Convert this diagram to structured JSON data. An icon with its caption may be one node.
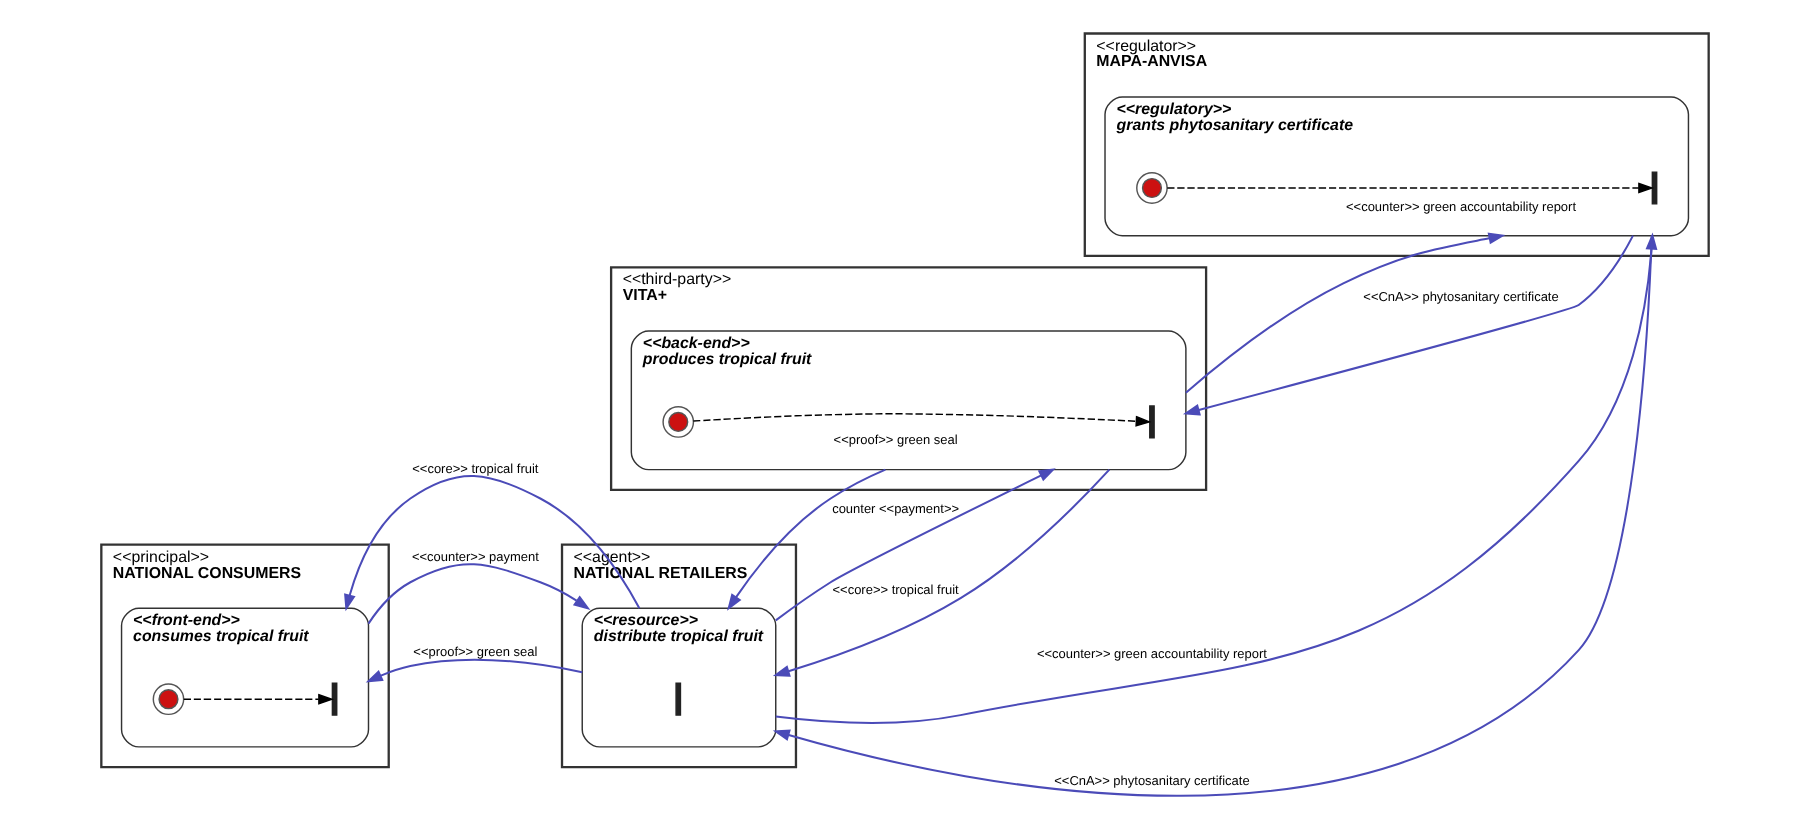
{
  "diagram": {
    "nodes": [
      {
        "text": [
          "<<principal>>",
          "NATIONAL CONSUMERS"
        ]
      },
      {
        "text": [
          "<<front-end>>",
          "consumes tropical fruit"
        ],
        "in": 0
      },
      {
        "text": [],
        "shape": "bar",
        "in": 1
      },
      {
        "text": [],
        "shape": "circle",
        "in": 1
      },
      {
        "text": [
          "<<agent>>",
          "NATIONAL RETAILERS"
        ]
      },
      {
        "text": [
          "<<resource>>",
          "distribute tropical fruit"
        ],
        "in": 4
      },
      {
        "text": [],
        "shape": "bar",
        "in": 5
      },
      {
        "text": [
          "<<third-party>>",
          "VITA+"
        ]
      },
      {
        "text": [
          "<<back-end>>",
          "produces tropical fruit"
        ],
        "in": 7
      },
      {
        "text": [],
        "shape": "bar",
        "in": 8
      },
      {
        "text": [],
        "shape": "circle",
        "in": 8
      },
      {
        "text": [
          "<<regulator>>",
          "MAPA-ANVISA"
        ]
      },
      {
        "text": [
          "<<regulatory>>",
          "grants phytosanitary certificate"
        ],
        "in": 11
      },
      {
        "text": [],
        "shape": "bar",
        "in": 12
      },
      {
        "text": [],
        "shape": "circle",
        "in": 12
      }
    ],
    "edges": [
      {
        "from": 3,
        "to": 2,
        "arrow": "to",
        "style": "dashed",
        "color": "#000000"
      },
      {
        "from": 5,
        "to": 1,
        "arrow": "to",
        "label": "<<core>> tropical fruit"
      },
      {
        "from": 1,
        "to": 5,
        "arrow": "to",
        "label": "<<counter>> payment"
      },
      {
        "from": 5,
        "to": 1,
        "arrow": "to",
        "label": "<<proof>> green seal"
      },
      {
        "from": 8,
        "to": 5,
        "arrow": "to",
        "label": "<<proof>> green seal"
      },
      {
        "from": 5,
        "to": 8,
        "arrow": "to",
        "label": "counter <<payment>>"
      },
      {
        "from": 8,
        "to": 5,
        "arrow": "to",
        "label": "<<core>> tropical fruit"
      },
      {
        "from": 5,
        "to": 12,
        "arrow": "to",
        "label": "<<counter>> green accountability report"
      },
      {
        "from": 12,
        "to": 5,
        "arrow": "to",
        "label": "<<CnA>> phytosanitary certificate"
      },
      {
        "from": 10,
        "to": 9,
        "arrow": "to",
        "style": "dashed",
        "color": "#000000"
      },
      {
        "from": 8,
        "to": 12,
        "arrow": "to",
        "label": "<<counter>> green accountability report"
      },
      {
        "from": 12,
        "to": 8,
        "arrow": "to",
        "label": "<<CnA>> phytosanitary certificate"
      },
      {
        "from": 14,
        "to": 13,
        "arrow": "to",
        "style": "dashed",
        "color": "#000000"
      }
    ]
  }
}
